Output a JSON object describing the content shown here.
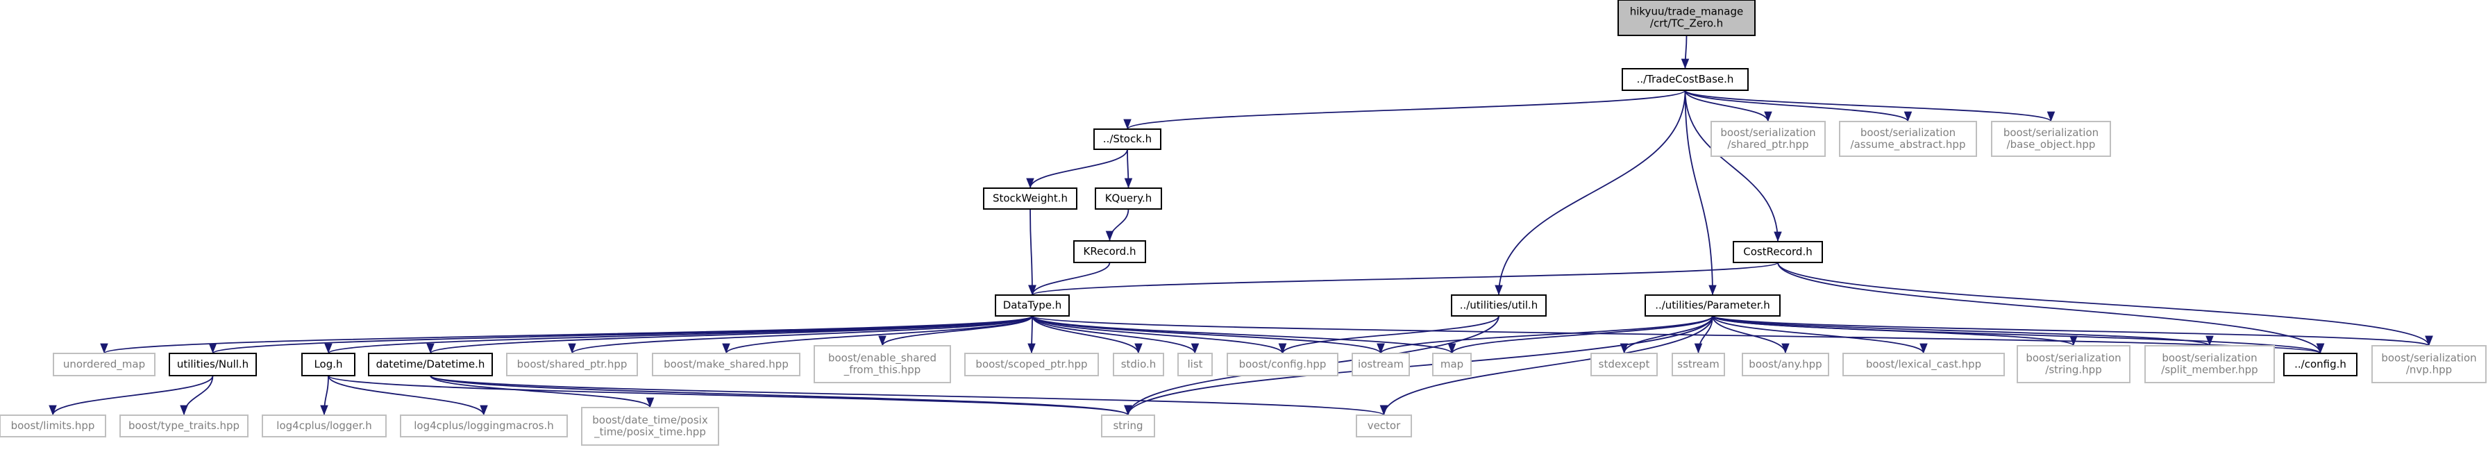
{
  "colors": {
    "edge": "#191970",
    "root_fill": "#bfbfbf",
    "system_border": "#bfbfbf",
    "system_text": "#7f7f7f",
    "project_border": "#000000"
  },
  "nodes": [
    {
      "id": "root",
      "lines": [
        "hikyuu/trade_manage",
        "/crt/TC_Zero.h"
      ],
      "kind": "root"
    },
    {
      "id": "tcb",
      "lines": [
        "../TradeCostBase.h"
      ],
      "kind": "project"
    },
    {
      "id": "stock",
      "lines": [
        "../Stock.h"
      ],
      "kind": "project"
    },
    {
      "id": "shptr",
      "lines": [
        "boost/serialization",
        "/shared_ptr.hpp"
      ],
      "kind": "system"
    },
    {
      "id": "assume",
      "lines": [
        "boost/serialization",
        "/assume_abstract.hpp"
      ],
      "kind": "system"
    },
    {
      "id": "baseobj",
      "lines": [
        "boost/serialization",
        "/base_object.hpp"
      ],
      "kind": "system"
    },
    {
      "id": "sw",
      "lines": [
        "StockWeight.h"
      ],
      "kind": "project"
    },
    {
      "id": "kq",
      "lines": [
        "KQuery.h"
      ],
      "kind": "project"
    },
    {
      "id": "kr",
      "lines": [
        "KRecord.h"
      ],
      "kind": "project"
    },
    {
      "id": "cr",
      "lines": [
        "CostRecord.h"
      ],
      "kind": "project"
    },
    {
      "id": "dt",
      "lines": [
        "DataType.h"
      ],
      "kind": "project"
    },
    {
      "id": "util",
      "lines": [
        "../utilities/util.h"
      ],
      "kind": "project"
    },
    {
      "id": "param",
      "lines": [
        "../utilities/Parameter.h"
      ],
      "kind": "project"
    },
    {
      "id": "umap",
      "lines": [
        "unordered_map"
      ],
      "kind": "system"
    },
    {
      "id": "null",
      "lines": [
        "utilities/Null.h"
      ],
      "kind": "project"
    },
    {
      "id": "log",
      "lines": [
        "Log.h"
      ],
      "kind": "project"
    },
    {
      "id": "datetime",
      "lines": [
        "datetime/Datetime.h"
      ],
      "kind": "project"
    },
    {
      "id": "bshptr",
      "lines": [
        "boost/shared_ptr.hpp"
      ],
      "kind": "system"
    },
    {
      "id": "bmkshared",
      "lines": [
        "boost/make_shared.hpp"
      ],
      "kind": "system"
    },
    {
      "id": "benable",
      "lines": [
        "boost/enable_shared",
        "_from_this.hpp"
      ],
      "kind": "system"
    },
    {
      "id": "bscoped",
      "lines": [
        "boost/scoped_ptr.hpp"
      ],
      "kind": "system"
    },
    {
      "id": "stdio",
      "lines": [
        "stdio.h"
      ],
      "kind": "system"
    },
    {
      "id": "list",
      "lines": [
        "list"
      ],
      "kind": "system"
    },
    {
      "id": "bconfig",
      "lines": [
        "boost/config.hpp"
      ],
      "kind": "system"
    },
    {
      "id": "iostream",
      "lines": [
        "iostream"
      ],
      "kind": "system"
    },
    {
      "id": "map",
      "lines": [
        "map"
      ],
      "kind": "system"
    },
    {
      "id": "stdexcept",
      "lines": [
        "stdexcept"
      ],
      "kind": "system"
    },
    {
      "id": "sstream",
      "lines": [
        "sstream"
      ],
      "kind": "system"
    },
    {
      "id": "bany",
      "lines": [
        "boost/any.hpp"
      ],
      "kind": "system"
    },
    {
      "id": "blexical",
      "lines": [
        "boost/lexical_cast.hpp"
      ],
      "kind": "system"
    },
    {
      "id": "bserstring",
      "lines": [
        "boost/serialization",
        "/string.hpp"
      ],
      "kind": "system"
    },
    {
      "id": "bsplit",
      "lines": [
        "boost/serialization",
        "/split_member.hpp"
      ],
      "kind": "system"
    },
    {
      "id": "config",
      "lines": [
        "../config.h"
      ],
      "kind": "project"
    },
    {
      "id": "nvp",
      "lines": [
        "boost/serialization",
        "/nvp.hpp"
      ],
      "kind": "system"
    },
    {
      "id": "blimits",
      "lines": [
        "boost/limits.hpp"
      ],
      "kind": "system"
    },
    {
      "id": "btypetraits",
      "lines": [
        "boost/type_traits.hpp"
      ],
      "kind": "system"
    },
    {
      "id": "l4logger",
      "lines": [
        "log4cplus/logger.h"
      ],
      "kind": "system"
    },
    {
      "id": "l4macros",
      "lines": [
        "log4cplus/loggingmacros.h"
      ],
      "kind": "system"
    },
    {
      "id": "bposix",
      "lines": [
        "boost/date_time/posix",
        "_time/posix_time.hpp"
      ],
      "kind": "system"
    },
    {
      "id": "string",
      "lines": [
        "string"
      ],
      "kind": "system"
    },
    {
      "id": "vector",
      "lines": [
        "vector"
      ],
      "kind": "system"
    }
  ],
  "edges": [
    [
      "root",
      "tcb"
    ],
    [
      "tcb",
      "stock"
    ],
    [
      "tcb",
      "shptr"
    ],
    [
      "tcb",
      "assume"
    ],
    [
      "tcb",
      "baseobj"
    ],
    [
      "tcb",
      "util"
    ],
    [
      "tcb",
      "param"
    ],
    [
      "tcb",
      "cr"
    ],
    [
      "stock",
      "sw"
    ],
    [
      "stock",
      "kq"
    ],
    [
      "kq",
      "kr"
    ],
    [
      "sw",
      "dt"
    ],
    [
      "kr",
      "dt"
    ],
    [
      "cr",
      "dt"
    ],
    [
      "cr",
      "config"
    ],
    [
      "cr",
      "nvp"
    ],
    [
      "dt",
      "umap"
    ],
    [
      "dt",
      "null"
    ],
    [
      "dt",
      "log"
    ],
    [
      "dt",
      "datetime"
    ],
    [
      "dt",
      "bshptr"
    ],
    [
      "dt",
      "bmkshared"
    ],
    [
      "dt",
      "benable"
    ],
    [
      "dt",
      "bscoped"
    ],
    [
      "dt",
      "stdio"
    ],
    [
      "dt",
      "list"
    ],
    [
      "dt",
      "bconfig"
    ],
    [
      "dt",
      "iostream"
    ],
    [
      "dt",
      "map"
    ],
    [
      "dt",
      "config"
    ],
    [
      "util",
      "bconfig"
    ],
    [
      "util",
      "string"
    ],
    [
      "param",
      "iostream"
    ],
    [
      "param",
      "map"
    ],
    [
      "param",
      "stdexcept"
    ],
    [
      "param",
      "sstream"
    ],
    [
      "param",
      "bany"
    ],
    [
      "param",
      "blexical"
    ],
    [
      "param",
      "bserstring"
    ],
    [
      "param",
      "bsplit"
    ],
    [
      "param",
      "config"
    ],
    [
      "param",
      "nvp"
    ],
    [
      "param",
      "string"
    ],
    [
      "param",
      "vector"
    ],
    [
      "null",
      "blimits"
    ],
    [
      "null",
      "btypetraits"
    ],
    [
      "log",
      "l4logger"
    ],
    [
      "log",
      "l4macros"
    ],
    [
      "log",
      "string"
    ],
    [
      "datetime",
      "bposix"
    ],
    [
      "datetime",
      "string"
    ],
    [
      "datetime",
      "vector"
    ]
  ]
}
